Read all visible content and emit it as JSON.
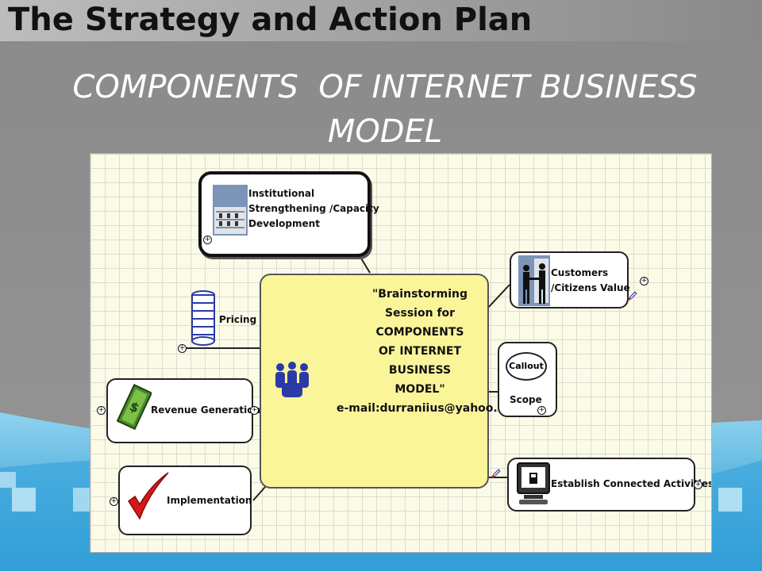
{
  "slide": {
    "title": "The Strategy and Action Plan",
    "subtitle_line1": "COMPONENTS  OF INTERNET BUSINESS",
    "subtitle_line2": "MODEL"
  },
  "diagram": {
    "center": {
      "lines": [
        "\"Brainstorming",
        "Session for",
        "COMPONENTS",
        "OF INTERNET",
        "BUSINESS",
        "MODEL\"",
        "e-mail:durraniius@yahoo.com"
      ],
      "icon": "people-group-icon"
    },
    "nodes": {
      "institutional": {
        "lines": [
          "Institutional",
          "Strengthening /Capacity",
          "Development"
        ],
        "icon": "building-icon"
      },
      "pricing": {
        "label": "Pricing",
        "icon": "coin-stack-icon"
      },
      "revenue": {
        "label": "Revenue Generation",
        "icon": "money-icon"
      },
      "implementation": {
        "label": "Implementation",
        "icon": "checkmark-icon"
      },
      "customers": {
        "lines": [
          "Customers",
          "/Citizens Value"
        ],
        "icon": "handshake-icon"
      },
      "scope": {
        "callout": "Callout",
        "label": "Scope"
      },
      "establish": {
        "label": "Establish Connected Activities",
        "icon": "computer-icon"
      }
    },
    "colors": {
      "center_fill": "#fbf59a",
      "canvas": "#fbfbe8",
      "accent_blue": "#2a3aa8",
      "check_red": "#d51818"
    }
  }
}
